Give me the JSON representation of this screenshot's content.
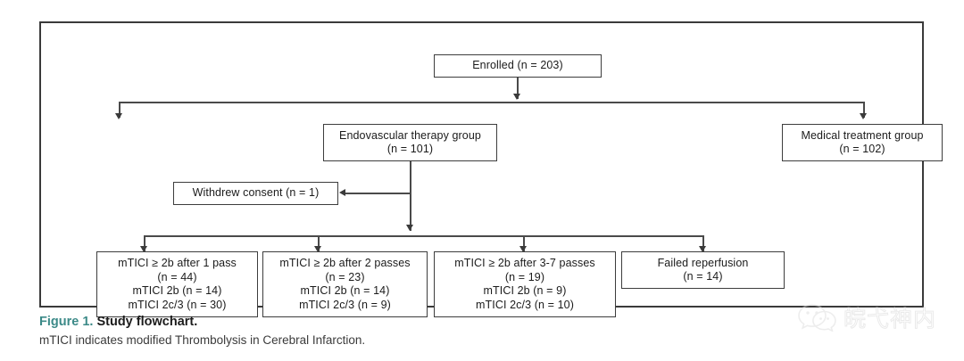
{
  "figure": {
    "frame_color": "#3a3a3a",
    "boxes": {
      "enrolled": {
        "lines": [
          "Enrolled (n = 203)"
        ]
      },
      "endovascular": {
        "lines": [
          "Endovascular therapy group",
          "(n = 101)"
        ]
      },
      "medical": {
        "lines": [
          "Medical treatment group",
          "(n = 102)"
        ]
      },
      "withdrew": {
        "lines": [
          "Withdrew consent (n = 1)"
        ]
      },
      "pass1": {
        "lines": [
          "mTICI ≥ 2b after 1 pass",
          "(n = 44)",
          "mTICI 2b (n = 14)",
          "mTICI 2c/3 (n = 30)"
        ]
      },
      "pass2": {
        "lines": [
          "mTICI ≥ 2b after 2 passes",
          "(n = 23)",
          "mTICI 2b (n = 14)",
          "mTICI 2c/3 (n = 9)"
        ]
      },
      "pass37": {
        "lines": [
          "mTICI ≥ 2b after 3-7 passes",
          "(n = 19)",
          "mTICI 2b (n = 9)",
          "mTICI 2c/3 (n = 10)"
        ]
      },
      "failed": {
        "lines": [
          "Failed reperfusion",
          "(n = 14)"
        ]
      }
    }
  },
  "chart_data": {
    "type": "diagram",
    "title": "Study flowchart",
    "nodes": [
      {
        "id": "enrolled",
        "label": "Enrolled",
        "n": 203,
        "level": 0
      },
      {
        "id": "endovascular",
        "label": "Endovascular therapy group",
        "n": 101,
        "level": 1
      },
      {
        "id": "medical",
        "label": "Medical treatment group",
        "n": 102,
        "level": 1
      },
      {
        "id": "withdrew",
        "label": "Withdrew consent",
        "n": 1,
        "level": 2
      },
      {
        "id": "pass1",
        "label": "mTICI ≥ 2b after 1 pass",
        "n": 44,
        "level": 3,
        "sub": [
          {
            "label": "mTICI 2b",
            "n": 14
          },
          {
            "label": "mTICI 2c/3",
            "n": 30
          }
        ]
      },
      {
        "id": "pass2",
        "label": "mTICI ≥ 2b after 2 passes",
        "n": 23,
        "level": 3,
        "sub": [
          {
            "label": "mTICI 2b",
            "n": 14
          },
          {
            "label": "mTICI 2c/3",
            "n": 9
          }
        ]
      },
      {
        "id": "pass37",
        "label": "mTICI ≥ 2b after 3-7 passes",
        "n": 19,
        "level": 3,
        "sub": [
          {
            "label": "mTICI 2b",
            "n": 9
          },
          {
            "label": "mTICI 2c/3",
            "n": 10
          }
        ]
      },
      {
        "id": "failed",
        "label": "Failed reperfusion",
        "n": 14,
        "level": 3
      }
    ],
    "edges": [
      {
        "from": "enrolled",
        "to": "endovascular"
      },
      {
        "from": "enrolled",
        "to": "medical"
      },
      {
        "from": "endovascular",
        "to": "withdrew"
      },
      {
        "from": "endovascular",
        "to": "pass1"
      },
      {
        "from": "endovascular",
        "to": "pass2"
      },
      {
        "from": "endovascular",
        "to": "pass37"
      },
      {
        "from": "endovascular",
        "to": "failed"
      }
    ]
  },
  "caption": {
    "figure_label": "Figure 1.",
    "figure_title": "Study flowchart.",
    "note": "mTICI indicates modified Thrombolysis in Cerebral Infarction.",
    "label_color": "#3c8a88"
  },
  "watermark": {
    "text": "皖弋神内",
    "icon": "wechat-icon"
  }
}
